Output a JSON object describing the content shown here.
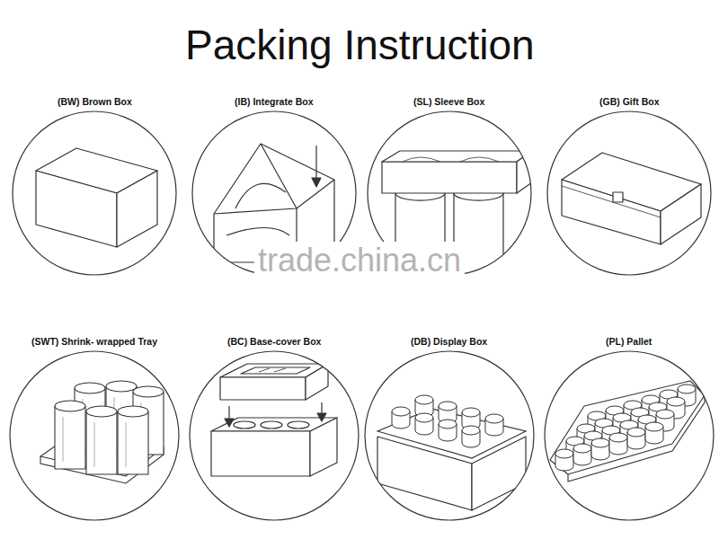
{
  "diagram": {
    "title": "Packing Instruction",
    "nodes": [
      {
        "text": [
          "(BW) Brown Box"
        ]
      },
      {
        "text": [
          "(IB) Integrate Box"
        ]
      },
      {
        "text": [
          "(SL) Sleeve Box"
        ]
      },
      {
        "text": [
          "(GB) Gift Box"
        ]
      },
      {
        "text": [
          "(SWT) Shrink- wrapped Tray"
        ]
      },
      {
        "text": [
          "(BC) Base-cover Box"
        ]
      },
      {
        "text": [
          "(DB) Display Box"
        ]
      },
      {
        "text": [
          "(PL) Pallet"
        ]
      }
    ],
    "labels": [
      "trade.china.cn"
    ]
  }
}
